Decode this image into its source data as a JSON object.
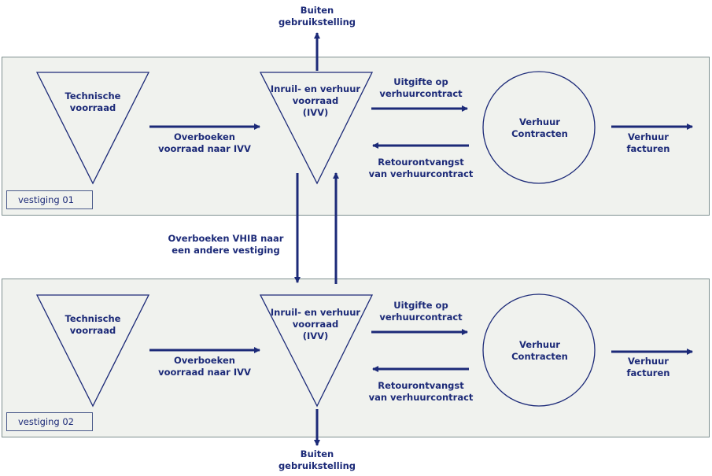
{
  "top_out": [
    "Buiten",
    "gebruikstelling"
  ],
  "bottom_out": [
    "Buiten",
    "gebruikstelling"
  ],
  "transfer_label": [
    "Overboeken VHIB naar",
    "een andere vestiging"
  ],
  "branches": [
    {
      "tag": "vestiging 01",
      "technische": [
        "Technische",
        "voorraad"
      ],
      "overboeken": [
        "Overboeken",
        "voorraad naar IVV"
      ],
      "ivv": [
        "Inruil- en verhuur",
        "voorraad",
        "(IVV)"
      ],
      "uitgifte": [
        "Uitgifte op",
        "verhuurcontract"
      ],
      "retour": [
        "Retourontvangst",
        "van verhuurcontract"
      ],
      "contracten": [
        "Verhuur",
        "Contracten"
      ],
      "facturen": [
        "Verhuur",
        "facturen"
      ]
    },
    {
      "tag": "vestiging 02",
      "technische": [
        "Technische",
        "voorraad"
      ],
      "overboeken": [
        "Overboeken",
        "voorraad naar IVV"
      ],
      "ivv": [
        "Inruil- en verhuur",
        "voorraad",
        "(IVV)"
      ],
      "uitgifte": [
        "Uitgifte op",
        "verhuurcontract"
      ],
      "retour": [
        "Retourontvangst",
        "van verhuurcontract"
      ],
      "contracten": [
        "Verhuur",
        "Contracten"
      ],
      "facturen": [
        "Verhuur",
        "facturen"
      ]
    }
  ],
  "colors": {
    "stroke": "#1c2a78",
    "panel": "#f0f2ee",
    "border": "#7f9090"
  }
}
